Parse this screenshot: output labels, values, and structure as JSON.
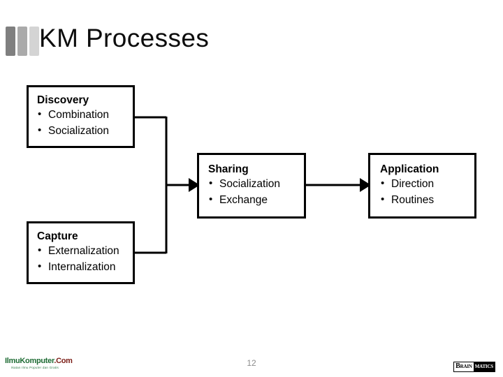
{
  "slide": {
    "title": "KM Processes",
    "page_number": "12",
    "title_bar_colors": [
      "#7f7f7f",
      "#aaaaaa",
      "#d4d4d4"
    ]
  },
  "diagram": {
    "nodes": [
      {
        "id": "discovery",
        "title": "Discovery",
        "items": [
          "Combination",
          "Socialization"
        ]
      },
      {
        "id": "capture",
        "title": "Capture",
        "items": [
          "Externalization",
          "Internalization"
        ]
      },
      {
        "id": "sharing",
        "title": "Sharing",
        "items": [
          "Socialization",
          "Exchange"
        ]
      },
      {
        "id": "application",
        "title": "Application",
        "items": [
          "Direction",
          "Routines"
        ]
      }
    ],
    "connector_color": "#000000"
  },
  "footer": {
    "ilmu_logo_part_a": "IlmuKomputer",
    "ilmu_logo_part_b": ".Com",
    "ilmu_tagline": "Ikatan Ilmu Populer dan Gratis",
    "brainmatics_part_a": "Brain",
    "brainmatics_part_b": "matics"
  }
}
